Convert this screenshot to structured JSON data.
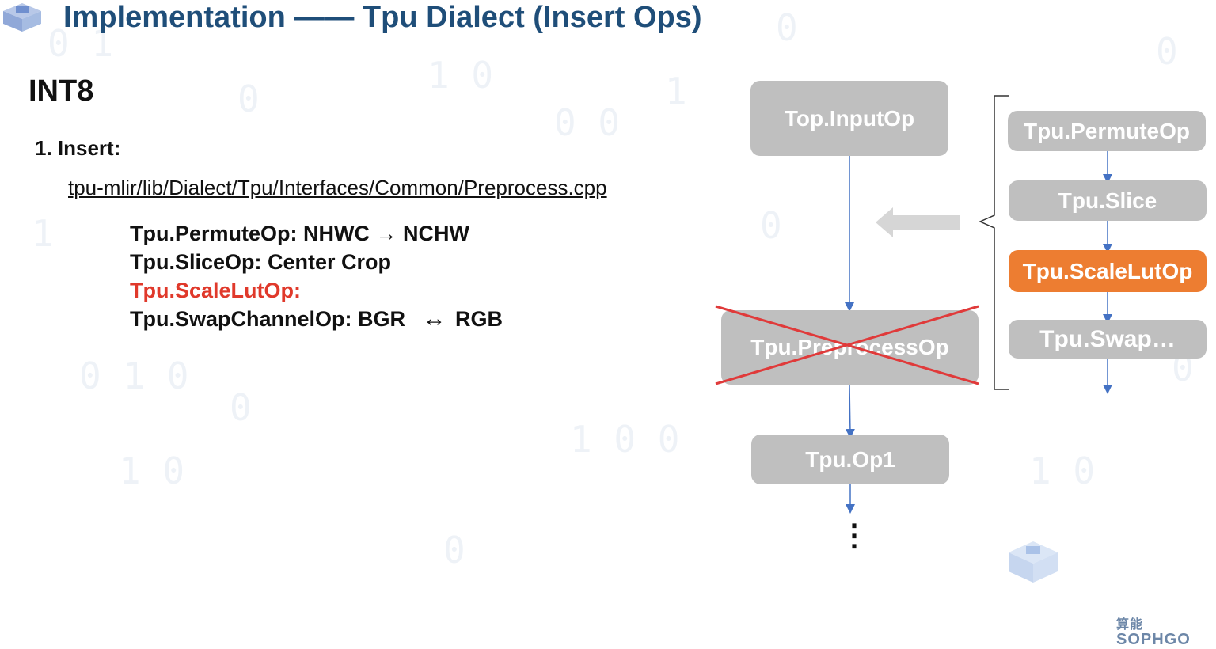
{
  "title": "Implementation —— Tpu Dialect (Insert Ops)",
  "heading": "INT8",
  "step": "1. Insert:",
  "file_path": "tpu-mlir/lib/Dialect/Tpu/Interfaces/Common/Preprocess.cpp",
  "ops": {
    "permute_left": "Tpu.PermuteOp: NHWC",
    "permute_right": "NCHW",
    "slice": "Tpu.SliceOp: Center Crop",
    "scale_lut": "Tpu.ScaleLutOp:",
    "swap_left": "Tpu.SwapChannelOp: BGR",
    "swap_right": "RGB"
  },
  "diagram": {
    "input_op": "Top.InputOp",
    "preprocess_op": "Tpu.PreprocessOp",
    "op1": "Tpu.Op1",
    "ellipsis": "⋮",
    "inserted": [
      "Tpu.PermuteOp",
      "Tpu.Slice",
      "Tpu.ScaleLutOp",
      "Tpu.Swap…"
    ]
  },
  "colors": {
    "title": "#1f4e79",
    "highlight_red": "#e0392b",
    "box_gray": "#bfbfbf",
    "box_orange": "#ed7d31",
    "arrow_blue": "#4472c4",
    "cross_red": "#e03a3a"
  },
  "icons": {
    "arrow_right": "→",
    "arrow_both": "↔",
    "arrow_left_big": "big-left-arrow-icon",
    "cross": "cross-out-icon"
  },
  "brand": {
    "cn": "算能",
    "en": "SOPHGO"
  }
}
